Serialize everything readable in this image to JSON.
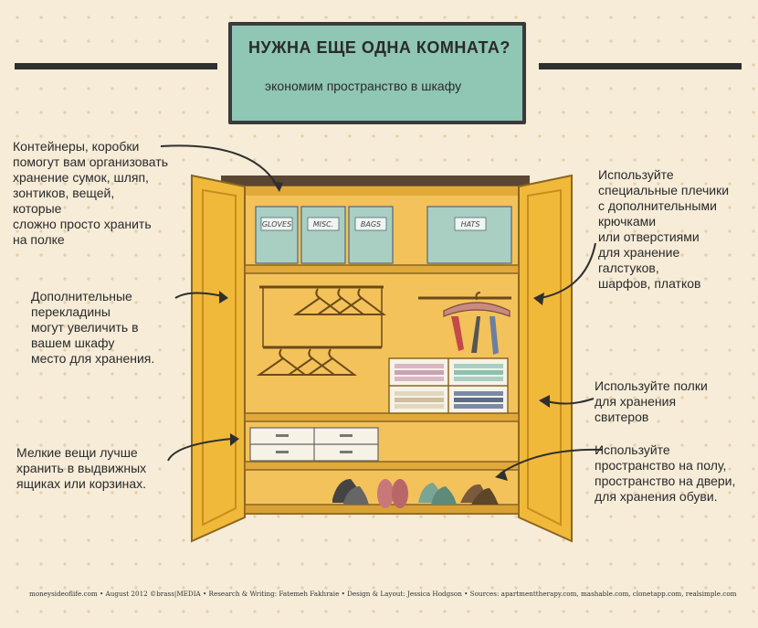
{
  "header": {
    "title": "НУЖНА ЕЩЕ ОДНА КОМНАТА?",
    "subtitle": "экономим пространство в шкафу"
  },
  "notes": {
    "containers": "Контейнеры, коробки\nпомогут вам организовать\nхранение сумок, шляп,\nзонтиков, вещей,\nкоторые\nсложно просто хранить\nна полке",
    "hangers": "Используйте\nспециальные плечики\nс дополнительными\nкрючками\nили отверстиями\nдля хранение\nгалстуков,\nшарфов, платков",
    "rods": "Дополнительные\nперекладины\nмогут увеличить в\nвашем шкафу\nместо для хранения.",
    "shelves": "Используйте полки\nдля хранения\nсвитеров",
    "drawers": "Мелкие вещи лучше\nхранить в выдвижных\nящиках или корзинах.",
    "floor": "Используйте\nпространство на полу,\nпространство на двери,\nдля хранения обуви."
  },
  "box_labels": [
    "GLOVES",
    "MISC.",
    "BAGS",
    "HATS"
  ],
  "footer": "moneysideoflife.com • August 2012 ©brass|MEDIA • Research & Writing: Fatemeh Fakhraie • Design & Layout: Jessica Hodgson • Sources: apartmenttherapy.com, mashable.com, clonetapp.com, realsimple.com",
  "colors": {
    "background": "#f6ecd8",
    "title_box": "#8fc6b4",
    "wardrobe": "#f0b93a",
    "wardrobe_dark": "#c98d1c",
    "box": "#a9cfc3"
  }
}
